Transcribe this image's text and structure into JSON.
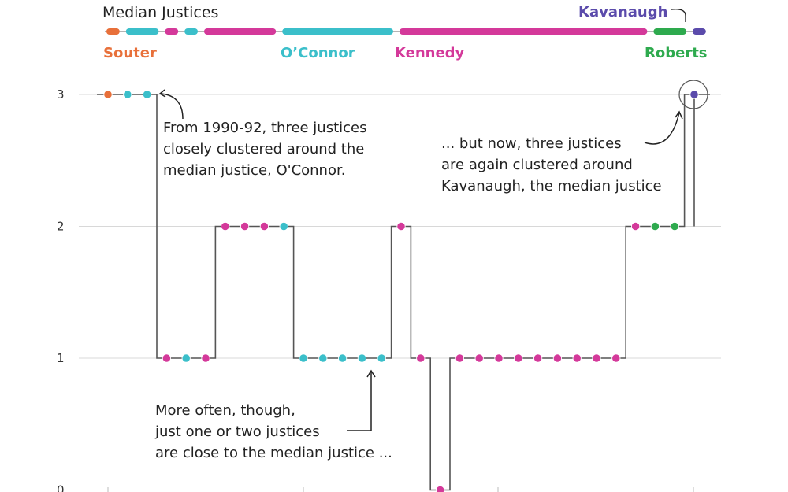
{
  "colors": {
    "souter": "#e8703a",
    "oconnor": "#3bbfca",
    "kennedy": "#d4399a",
    "roberts": "#2eaa4e",
    "kavanaugh": "#5b4bab",
    "step_line": "#555555",
    "grid": "#d8d8d8"
  },
  "legend": {
    "title": "Median Justices",
    "names": {
      "souter": "Souter",
      "oconnor": "O’Connor",
      "kennedy": "Kennedy",
      "roberts": "Roberts",
      "kavanaugh": "Kavanaugh"
    },
    "segments": [
      {
        "justice": "souter",
        "start": 0,
        "end": 1
      },
      {
        "justice": "oconnor",
        "start": 1,
        "end": 3
      },
      {
        "justice": "kennedy",
        "start": 3,
        "end": 4
      },
      {
        "justice": "oconnor",
        "start": 4,
        "end": 5
      },
      {
        "justice": "kennedy",
        "start": 5,
        "end": 9
      },
      {
        "justice": "oconnor",
        "start": 9,
        "end": 15
      },
      {
        "justice": "kennedy",
        "start": 15,
        "end": 28
      },
      {
        "justice": "roberts",
        "start": 28,
        "end": 30
      },
      {
        "justice": "kavanaugh",
        "start": 30,
        "end": 31
      }
    ]
  },
  "annotations": {
    "top_left": [
      "From 1990-92, three justices",
      "closely clustered around the",
      "median justice, O'Connor."
    ],
    "top_right": [
      "... but now, three justices",
      "are again clustered around",
      "Kavanaugh, the median justice"
    ],
    "bottom": [
      "More often, though,",
      "just one or two justices",
      "are close to the median justice ..."
    ]
  },
  "chart_data": {
    "type": "line",
    "step": true,
    "x": [
      0,
      1,
      2,
      3,
      4,
      5,
      6,
      7,
      8,
      9,
      10,
      11,
      12,
      13,
      14,
      15,
      16,
      17,
      18,
      19,
      20,
      21,
      22,
      23,
      24,
      25,
      26,
      27,
      28,
      29,
      30
    ],
    "values": [
      3,
      3,
      3,
      1,
      1,
      1,
      2,
      2,
      2,
      2,
      1,
      1,
      1,
      1,
      1,
      2,
      1,
      0,
      1,
      1,
      1,
      1,
      1,
      1,
      1,
      1,
      1,
      2,
      2,
      2,
      3
    ],
    "median_justice": [
      "souter",
      "oconnor",
      "oconnor",
      "kennedy",
      "oconnor",
      "kennedy",
      "kennedy",
      "kennedy",
      "kennedy",
      "oconnor",
      "oconnor",
      "oconnor",
      "oconnor",
      "oconnor",
      "oconnor",
      "kennedy",
      "kennedy",
      "kennedy",
      "kennedy",
      "kennedy",
      "kennedy",
      "kennedy",
      "kennedy",
      "kennedy",
      "kennedy",
      "kennedy",
      "kennedy",
      "kennedy",
      "roberts",
      "roberts",
      "kavanaugh"
    ],
    "yticks": [
      0,
      1,
      2,
      3
    ],
    "ylim": [
      0,
      3
    ],
    "grid": true
  }
}
